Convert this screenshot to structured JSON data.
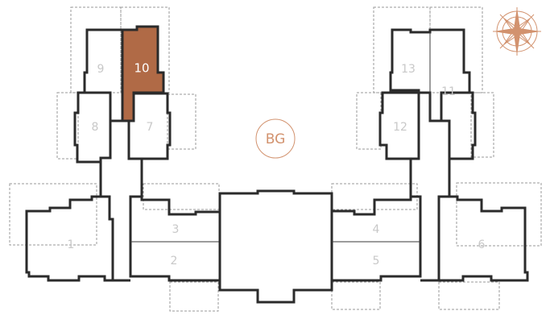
{
  "plan": {
    "units": [
      {
        "id": "1",
        "label": "1"
      },
      {
        "id": "2",
        "label": "2"
      },
      {
        "id": "3",
        "label": "3"
      },
      {
        "id": "4",
        "label": "4"
      },
      {
        "id": "5",
        "label": "5"
      },
      {
        "id": "6",
        "label": "6"
      },
      {
        "id": "7",
        "label": "7"
      },
      {
        "id": "8",
        "label": "8"
      },
      {
        "id": "9",
        "label": "9"
      },
      {
        "id": "10",
        "label": "10",
        "selected": true
      },
      {
        "id": "11",
        "label": "11"
      },
      {
        "id": "12",
        "label": "12"
      },
      {
        "id": "13",
        "label": "13"
      }
    ],
    "floor_badge": "BG",
    "colors": {
      "selected": "#b06a46",
      "accent": "#d2926e",
      "walls": "#2b2b2b",
      "labels": "#c8c8c8"
    },
    "compass": "compass-rose-icon"
  }
}
